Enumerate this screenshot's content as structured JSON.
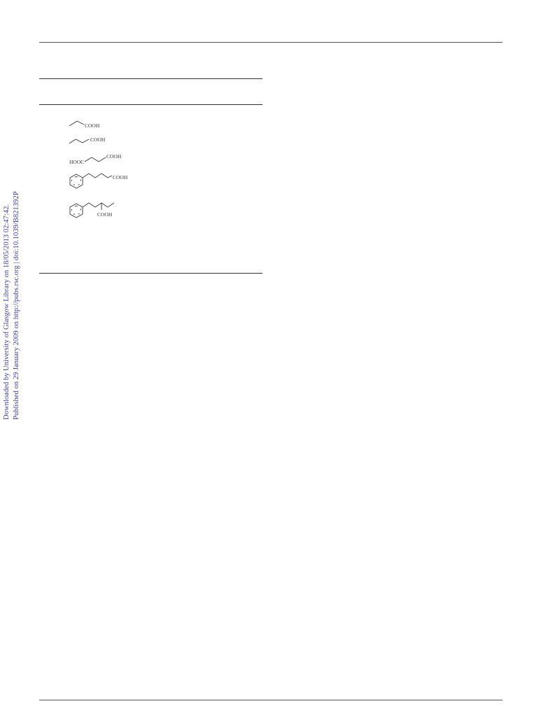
{
  "side_stamp": {
    "line1": "Downloaded by University of Glasgow Library on 18/05/2013 02:47:42.",
    "line2": "Published on 29 January 2009 on http://pubs.rsc.org | doi:10.1039/B821392P"
  },
  "structures": {
    "s1": {
      "label": "COOH"
    },
    "s2": {
      "label": "COOH"
    },
    "s3": {
      "label_left": "HOOC",
      "label_right": "COOH"
    },
    "s4": {
      "label": "COOH"
    },
    "s5": {
      "label": "COOH"
    }
  }
}
